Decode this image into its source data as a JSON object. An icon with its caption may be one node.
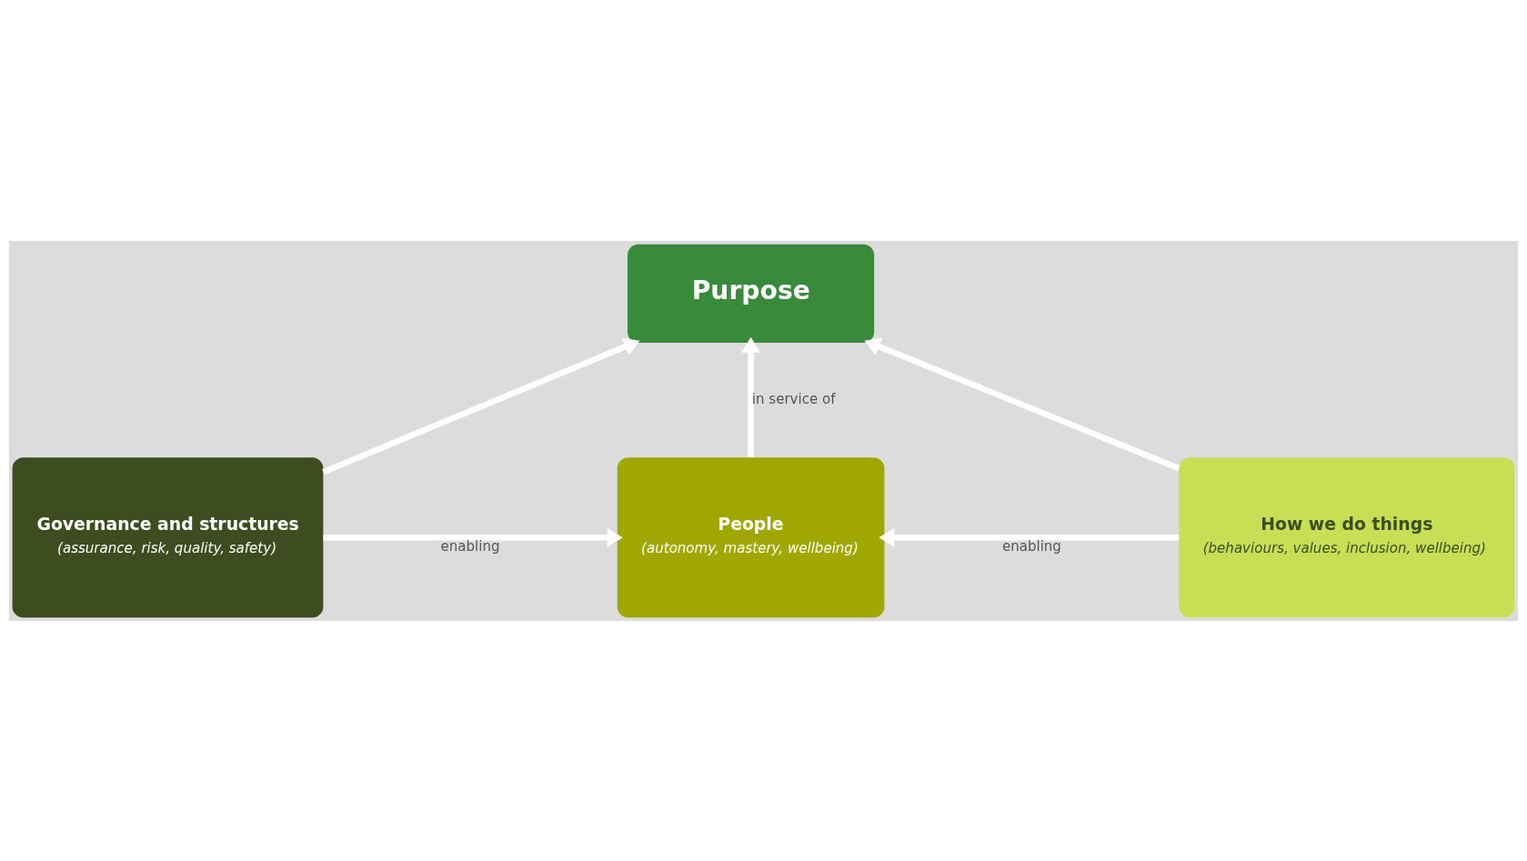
{
  "diagram": {
    "nodes": [
      {
        "text": [
          "Purpose"
        ]
      },
      {
        "text": [
          "Governance and structures",
          "(assurance, risk, quality, safety)"
        ]
      },
      {
        "text": [
          "People",
          "(autonomy, mastery, wellbeing)"
        ]
      },
      {
        "text": [
          "How we do things",
          "(behaviours, values, inclusion, wellbeing)"
        ]
      }
    ],
    "edges": [
      {
        "from": 1,
        "to": 0,
        "arrow": "to"
      },
      {
        "from": 3,
        "to": 0,
        "arrow": "to"
      },
      {
        "from": 2,
        "to": 0,
        "arrow": "to",
        "label": "in service of"
      },
      {
        "from": 1,
        "to": 2,
        "arrow": "to",
        "label": "enabling"
      },
      {
        "from": 3,
        "to": 2,
        "arrow": "to",
        "label": "enabling"
      }
    ]
  }
}
